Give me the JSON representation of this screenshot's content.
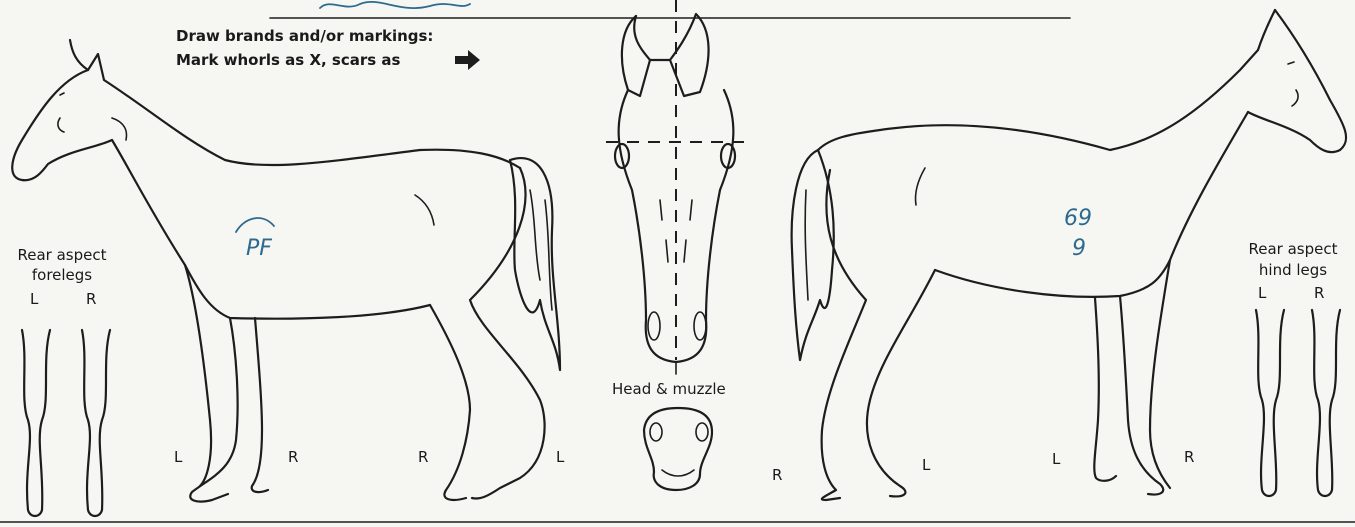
{
  "instructions": {
    "line1": "Draw brands and/or markings:",
    "line2": "Mark whorls as X, scars as"
  },
  "rear_forelegs": {
    "title_line1": "Rear aspect",
    "title_line2": "forelegs",
    "left": "L",
    "right": "R"
  },
  "rear_hindlegs": {
    "title_line1": "Rear aspect",
    "title_line2": "hind legs",
    "left": "L",
    "right": "R"
  },
  "head_label": "Head & muzzle",
  "left_side_legs": {
    "fore_left": "L",
    "fore_right": "R",
    "hind_right": "R",
    "hind_left": "L"
  },
  "right_side_legs": {
    "hind_right": "R",
    "hind_left": "L",
    "fore_left": "L",
    "fore_right": "R"
  },
  "annotations": {
    "left_side_brand": "PF",
    "right_side_brand_line1": "69",
    "right_side_brand_line2": "9"
  },
  "colors": {
    "ink": "#1d1d1d",
    "handwriting": "#2d6a8f",
    "paper": "#f6f6f3"
  }
}
